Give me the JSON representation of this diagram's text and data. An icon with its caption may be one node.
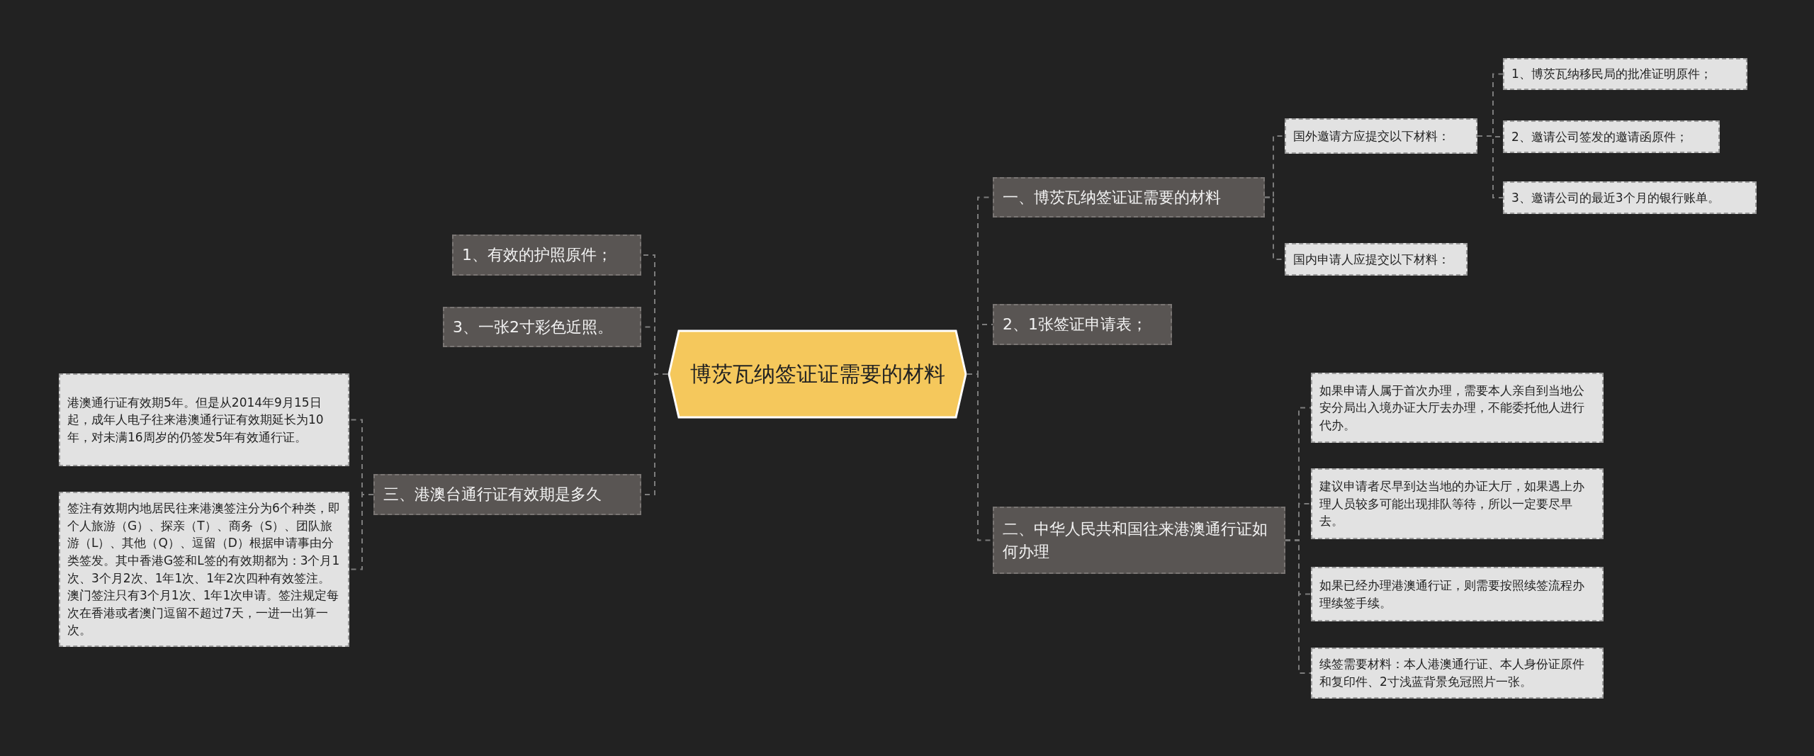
{
  "diagram": {
    "nodes": [
      {
        "text": [
          "博茨瓦纳签证证需要的材料"
        ]
      },
      {
        "text": [
          "一、博茨瓦纳签证证需要的材料"
        ]
      },
      {
        "text": [
          "国外邀请方应提交以下材料："
        ]
      },
      {
        "text": [
          "1、博茨瓦纳移民局的批准证明原件；"
        ]
      },
      {
        "text": [
          "2、邀请公司签发的邀请函原件；"
        ]
      },
      {
        "text": [
          "3、邀请公司的最近3个月的银行账单。"
        ]
      },
      {
        "text": [
          "国内申请人应提交以下材料："
        ]
      },
      {
        "text": [
          "2、1张签证申请表；"
        ]
      },
      {
        "text": [
          "二、中华人民共和国往来港澳通行证如何办理"
        ]
      },
      {
        "text": [
          "如果申请人属于首次办理，需要本人亲自到当地公安分局出入境办证大厅去办理，不能委托他人进行代办。"
        ]
      },
      {
        "text": [
          "建议申请者尽早到达当地的办证大厅，如果遇上办理人员较多可能出现排队等待，所以一定要尽早去。"
        ]
      },
      {
        "text": [
          "如果已经办理港澳通行证，则需要按照续签流程办理续签手续。"
        ]
      },
      {
        "text": [
          "续签需要材料：本人港澳通行证、本人身份证原件和复印件、2寸浅蓝背景免冠照片一张。"
        ]
      },
      {
        "text": [
          "1、有效的护照原件；"
        ]
      },
      {
        "text": [
          "3、一张2寸彩色近照。"
        ]
      },
      {
        "text": [
          "三、港澳台通行证有效期是多久"
        ]
      },
      {
        "text": [
          "港澳通行证有效期5年。但是从2014年9月15日起，成年人电子往来港澳通行证有效期延长为10年，对未满16周岁的仍签发5年有效通行证。"
        ]
      },
      {
        "text": [
          "签注有效期内地居民往来港澳签注分为6个种类，即个人旅游（G）、探亲（T）、商务（S）、团队旅游（L）、其他（Q）、逗留（D）根据申请事由分类签发。其中香港G签和L签的有效期都为：3个月1次、3个月2次、1年1次、1年2次四种有效签注。澳门签注只有3个月1次、1年1次申请。签注规定每次在香港或者澳门逗留不超过7天，一进一出算一次。"
        ]
      }
    ],
    "edges": [
      {
        "from": 0,
        "to": 1,
        "arrow": "none",
        "style": "dashed"
      },
      {
        "from": 1,
        "to": 2,
        "arrow": "none",
        "style": "dashed"
      },
      {
        "from": 2,
        "to": 3,
        "arrow": "none",
        "style": "dashed"
      },
      {
        "from": 2,
        "to": 4,
        "arrow": "none",
        "style": "dashed"
      },
      {
        "from": 2,
        "to": 5,
        "arrow": "none",
        "style": "dashed"
      },
      {
        "from": 1,
        "to": 6,
        "arrow": "none",
        "style": "dashed"
      },
      {
        "from": 0,
        "to": 7,
        "arrow": "none",
        "style": "dashed"
      },
      {
        "from": 0,
        "to": 8,
        "arrow": "none",
        "style": "dashed"
      },
      {
        "from": 8,
        "to": 9,
        "arrow": "none",
        "style": "dashed"
      },
      {
        "from": 8,
        "to": 10,
        "arrow": "none",
        "style": "dashed"
      },
      {
        "from": 8,
        "to": 11,
        "arrow": "none",
        "style": "dashed"
      },
      {
        "from": 8,
        "to": 12,
        "arrow": "none",
        "style": "dashed"
      },
      {
        "from": 0,
        "to": 13,
        "arrow": "none",
        "style": "dashed"
      },
      {
        "from": 0,
        "to": 14,
        "arrow": "none",
        "style": "dashed"
      },
      {
        "from": 0,
        "to": 15,
        "arrow": "none",
        "style": "dashed"
      },
      {
        "from": 15,
        "to": 16,
        "arrow": "none",
        "style": "dashed"
      },
      {
        "from": 15,
        "to": 17,
        "arrow": "none",
        "style": "dashed"
      }
    ]
  }
}
